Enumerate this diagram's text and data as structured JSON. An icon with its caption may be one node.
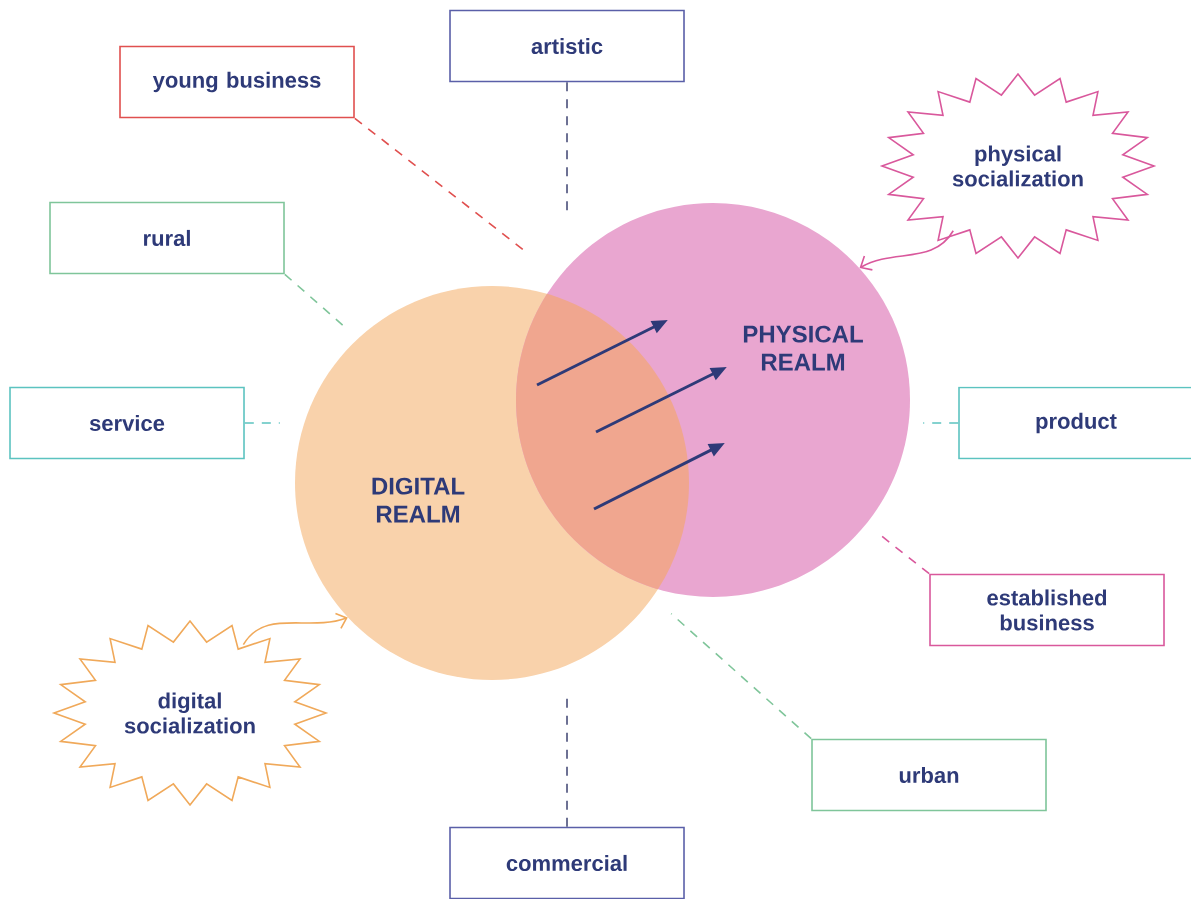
{
  "diagram": {
    "nodes": [
      {
        "text": [
          "artistic"
        ]
      },
      {
        "text": [
          "young business"
        ]
      },
      {
        "text": [
          "physical socialization"
        ]
      },
      {
        "text": [
          "rural"
        ]
      },
      {
        "text": [
          "PHYSICAL REALM"
        ]
      },
      {
        "text": [
          "service"
        ]
      },
      {
        "text": [
          "product"
        ]
      },
      {
        "text": [
          "DIGITAL REALM"
        ]
      },
      {
        "text": [
          "established business"
        ]
      },
      {
        "text": [
          "digital socialization"
        ]
      },
      {
        "text": [
          "urban"
        ]
      },
      {
        "text": [
          "commercial"
        ]
      }
    ],
    "edges": [
      {
        "from": 2,
        "to": 4,
        "arrow": "to",
        "color": "#d9589c"
      },
      {
        "from": 9,
        "to": 7,
        "arrow": "to",
        "color": "#f0a95a"
      },
      {
        "from": 0,
        "to": null,
        "arrow": "none",
        "style": "dashed",
        "color": "#4a4f7a"
      },
      {
        "from": 1,
        "to": null,
        "arrow": "none",
        "style": "dashed",
        "color": "#e0504f"
      },
      {
        "from": 3,
        "to": null,
        "arrow": "none",
        "style": "dashed",
        "color": "#7fc59a"
      },
      {
        "from": 5,
        "to": null,
        "arrow": "none",
        "style": "dashed",
        "color": "#5cc3c0"
      },
      {
        "from": 6,
        "to": null,
        "arrow": "none",
        "style": "dashed",
        "color": "#5cc3c0"
      },
      {
        "from": 8,
        "to": null,
        "arrow": "none",
        "style": "dashed",
        "color": "#d9589c"
      },
      {
        "from": 10,
        "to": null,
        "arrow": "none",
        "style": "dashed",
        "color": "#7fc59a"
      },
      {
        "from": 11,
        "to": null,
        "arrow": "none",
        "style": "dashed",
        "color": "#4a4f7a"
      }
    ]
  }
}
